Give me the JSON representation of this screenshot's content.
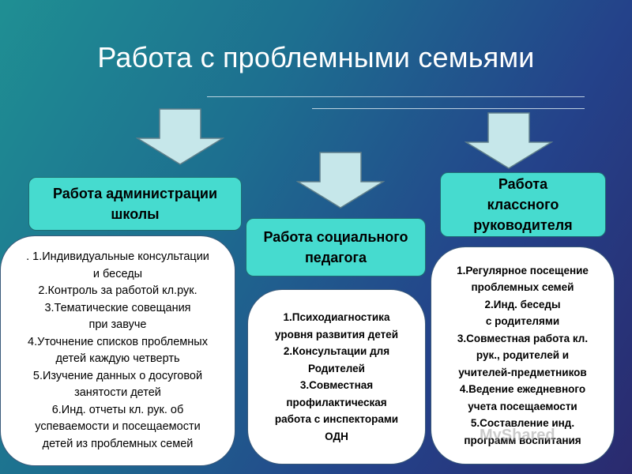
{
  "title": "Работа с проблемными семьями",
  "left": {
    "header": [
      "Работа администрации",
      "школы"
    ],
    "items": [
      ". 1.Индивидуальные консультации",
      "и беседы",
      "2.Контроль за работой кл.рук.",
      "3.Тематические совещания",
      "при завуче",
      "4.Уточнение списков проблемных",
      "детей каждую четверть",
      "5.Изучение данных о досуговой",
      "занятости детей",
      "6.Инд. отчеты кл. рук. об",
      "успеваемости и посещаемости",
      "детей из проблемных семей"
    ]
  },
  "middle": {
    "header": [
      "Работа социального",
      "педагога"
    ],
    "items": [
      "1.Психодиагностика",
      "уровня развития детей",
      "2.Консультации для",
      "Родителей",
      "3.Совместная",
      "профилактическая",
      "работа с инспекторами",
      "ОДН"
    ]
  },
  "right": {
    "header": [
      "Работа",
      "классного",
      "руководителя"
    ],
    "items": [
      "1.Регулярное посещение",
      "проблемных семей",
      "2.Инд. беседы",
      "с родителями",
      "3.Совместная работа кл.",
      "рук., родителей и",
      "учителей-предметников",
      "4.Ведение ежедневного",
      "учета посещаемости",
      "5.Составление инд.",
      "программ воспитания"
    ]
  },
  "watermark": "MyShared",
  "colors": {
    "header_fill": "#46dbcf",
    "arrow_fill": "#c6e7ea",
    "content_fill": "#ffffff"
  }
}
